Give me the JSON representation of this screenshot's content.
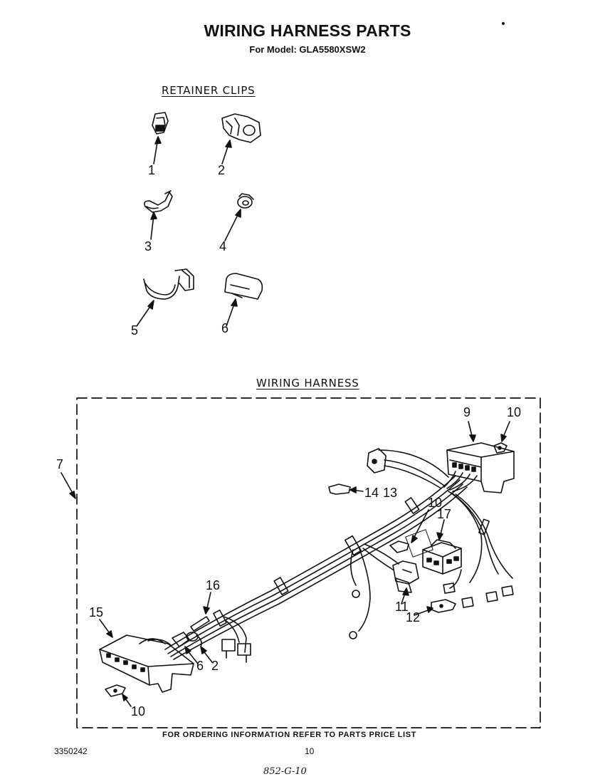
{
  "header": {
    "title": "WIRING HARNESS PARTS",
    "subtitle": "For Model: GLA5580XSW2"
  },
  "sections": {
    "retainer_clips": "RETAINER CLIPS",
    "wiring_harness": "WIRING HARNESS"
  },
  "clip_callouts": [
    "1",
    "2",
    "3",
    "4",
    "5",
    "6"
  ],
  "harness_callouts": {
    "c7": "7",
    "c9": "9",
    "c10_top": "10",
    "c14": "14",
    "c13": "13",
    "c10_mid": "10",
    "c17": "17",
    "c16": "16",
    "c15": "15",
    "c11": "11",
    "c12": "12",
    "c6": "6",
    "c2": "2",
    "c10_bottom": "10"
  },
  "footer": {
    "ordering_note": "FOR ORDERING INFORMATION REFER TO PARTS PRICE LIST",
    "doc_number": "3350242",
    "page_number": "10",
    "handwritten": "852-G-10"
  }
}
